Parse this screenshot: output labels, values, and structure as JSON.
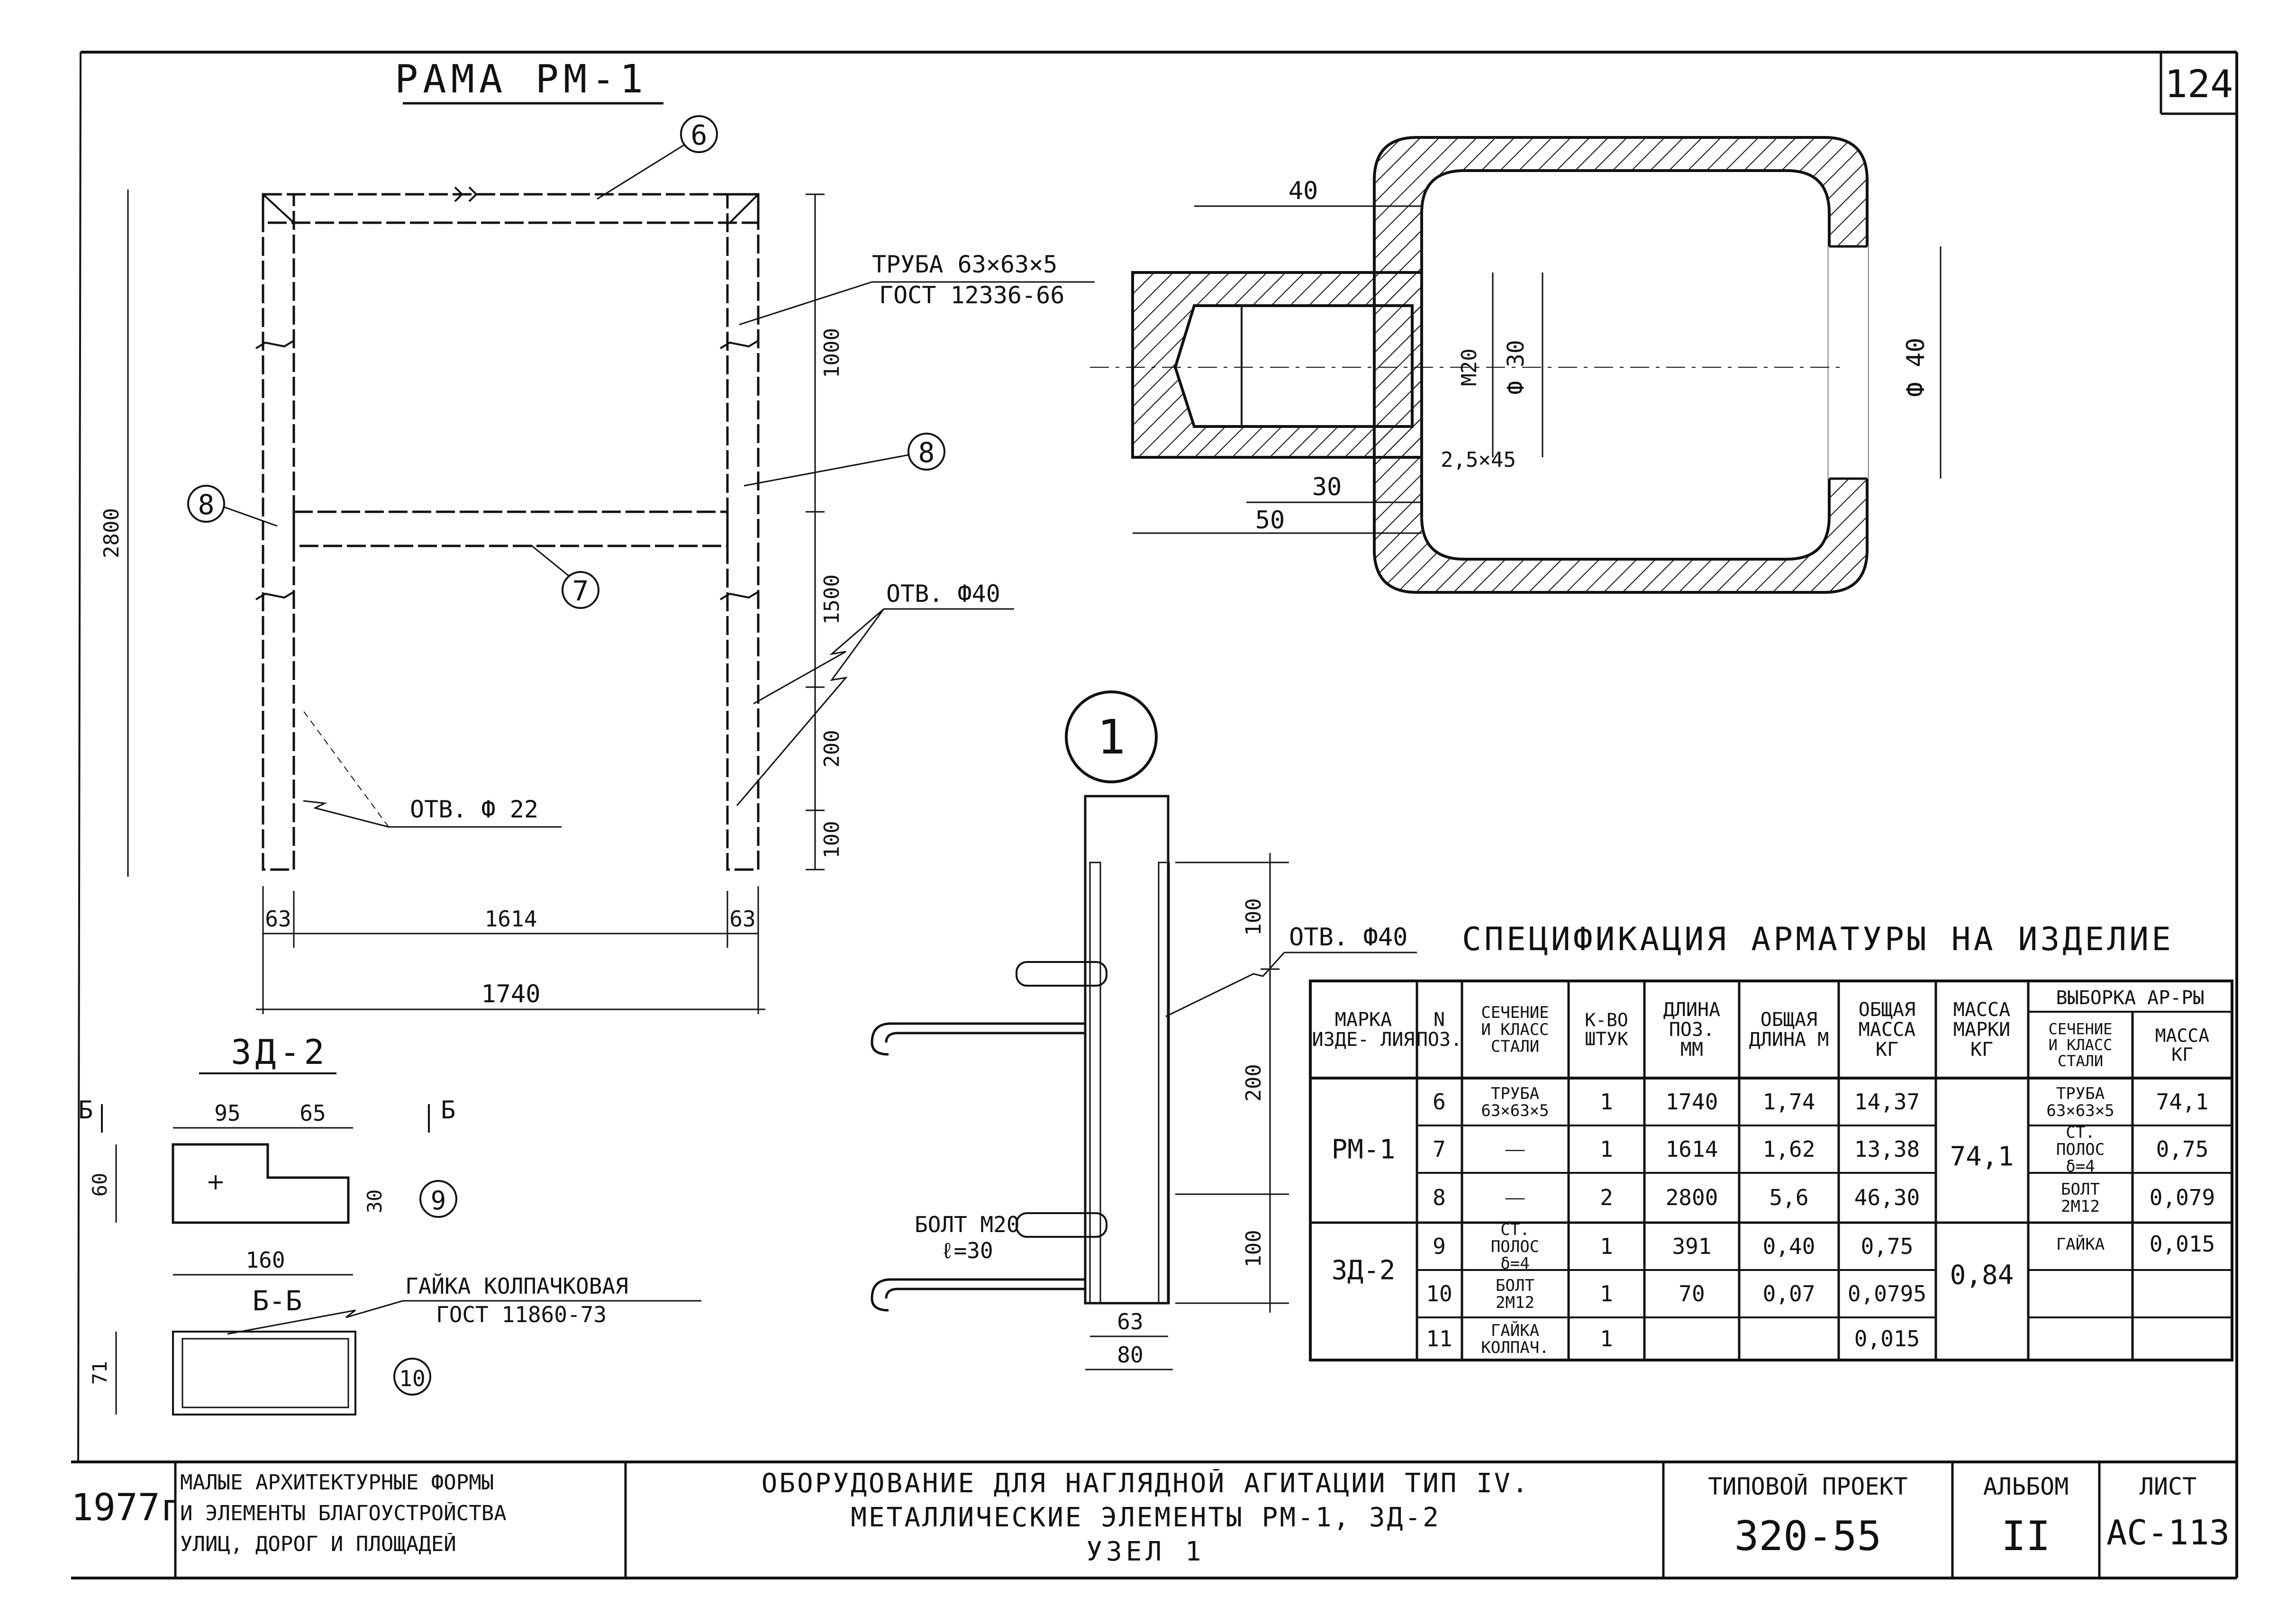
{
  "sheet_number": "124",
  "frame": {
    "title": "РАМА РМ-1",
    "pos_main_top": "6",
    "pos_left": "8",
    "pos_right": "8",
    "pos_crossbar": "7",
    "pipe_label_line1": "ТРУБА 63×63×5",
    "pipe_label_line2": "ГОСТ 12336-66",
    "dim_1000": "1000",
    "dim_1500": "1500",
    "dim_200": "200",
    "dim_100": "100",
    "dim_total_height": "2800",
    "hole_40": "ОТВ. Ф40",
    "hole_22": "ОТВ. Ф 22",
    "dim_63_left": "63",
    "dim_1614": "1614",
    "dim_63_right": "63",
    "dim_1740": "1740"
  },
  "section": {
    "dim_40": "40",
    "dim_30": "30",
    "dim_50": "50",
    "chamfer": "2,5×45",
    "thread": "М20",
    "bore": "Ф 30",
    "hole": "Ф 40"
  },
  "node": {
    "number": "1",
    "dim_100_top": "100",
    "dim_200": "200",
    "dim_100_bottom": "100",
    "hole": "ОТВ. Ф40",
    "bolt_line1": "БОЛТ М20",
    "bolt_line2": "ℓ=30",
    "dim_63": "63",
    "dim_80": "80"
  },
  "part_zd2": {
    "title": "ЗД-2",
    "section_mark": "Б",
    "dim_95": "95",
    "dim_65": "65",
    "dim_60": "60",
    "dim_30": "30",
    "dim_160": "160",
    "pos_plate": "9",
    "section_title": "Б-Б",
    "nut_line1": "ГАЙКА КОЛПАЧКОВАЯ",
    "nut_line2": "ГОСТ 11860-73",
    "dim_71": "71",
    "pos_nut": "10"
  },
  "spec": {
    "title": "СПЕЦИФИКАЦИЯ АРМАТУРЫ НА ИЗДЕЛИЕ",
    "headers": {
      "mark": "МАРКА ИЗДЕ- ЛИЯ",
      "pos": "N ПОЗ.",
      "section": "СЕЧЕНИЕ И КЛАСС СТАЛИ",
      "qty": "К-ВО ШТУК",
      "length": "ДЛИНА ПОЗ. ММ",
      "total_length": "ОБЩАЯ ДЛИНА М",
      "total_mass": "ОБЩАЯ МАССА КГ",
      "mark_mass": "МАССА МАРКИ КГ",
      "selection": "ВЫБОРКА АР-РЫ",
      "sel_section": "СЕЧЕНИЕ И КЛАСС СТАЛИ",
      "sel_mass": "МАССА КГ"
    },
    "groups": [
      {
        "mark": "РМ-1",
        "mark_mass": "74,1"
      },
      {
        "mark": "ЗД-2",
        "mark_mass": "0,84"
      }
    ],
    "rows": [
      {
        "pos": "6",
        "section": "ТРУБА 63×63×5",
        "qty": "1",
        "length": "1740",
        "total_length": "1,74",
        "total_mass": "14,37"
      },
      {
        "pos": "7",
        "section": "——",
        "qty": "1",
        "length": "1614",
        "total_length": "1,62",
        "total_mass": "13,38"
      },
      {
        "pos": "8",
        "section": "——",
        "qty": "2",
        "length": "2800",
        "total_length": "5,6",
        "total_mass": "46,30"
      },
      {
        "pos": "9",
        "section": "СТ. ПОЛОС δ=4",
        "qty": "1",
        "length": "391",
        "total_length": "0,40",
        "total_mass": "0,75"
      },
      {
        "pos": "10",
        "section": "БОЛТ 2М12",
        "qty": "1",
        "length": "70",
        "total_length": "0,07",
        "total_mass": "0,0795"
      },
      {
        "pos": "11",
        "section": "ГАЙКА КОЛПАЧ.",
        "qty": "1",
        "length": "",
        "total_length": "",
        "total_mass": "0,015"
      }
    ],
    "selection": [
      {
        "section": "ТРУБА 63×63×5",
        "mass": "74,1"
      },
      {
        "section": "СТ. ПОЛОС δ=4",
        "mass": "0,75"
      },
      {
        "section": "БОЛТ 2М12",
        "mass": "0,079"
      },
      {
        "section": "ГАЙКА",
        "mass": "0,015"
      }
    ]
  },
  "title_block": {
    "year": "1977г",
    "category_line1": "МАЛЫЕ АРХИТЕКТУРНЫЕ ФОРМЫ",
    "category_line2": "И ЭЛЕМЕНТЫ БЛАГОУСТРОЙСТВА",
    "category_line3": "УЛИЦ, ДОРОГ И ПЛОЩАДЕЙ",
    "main_line1": "ОБОРУДОВАНИЕ ДЛЯ НАГЛЯДНОЙ АГИТАЦИИ ТИП IV.",
    "main_line2": "МЕТАЛЛИЧЕСКИЕ ЭЛЕМЕНТЫ РМ-1, ЗД-2",
    "main_line3": "УЗЕЛ 1",
    "project_label": "ТИПОВОЙ ПРОЕКТ",
    "project_value": "320-55",
    "album_label": "АЛЬБОМ",
    "album_value": "II",
    "sheet_label": "ЛИСТ",
    "sheet_value": "АС-113"
  }
}
